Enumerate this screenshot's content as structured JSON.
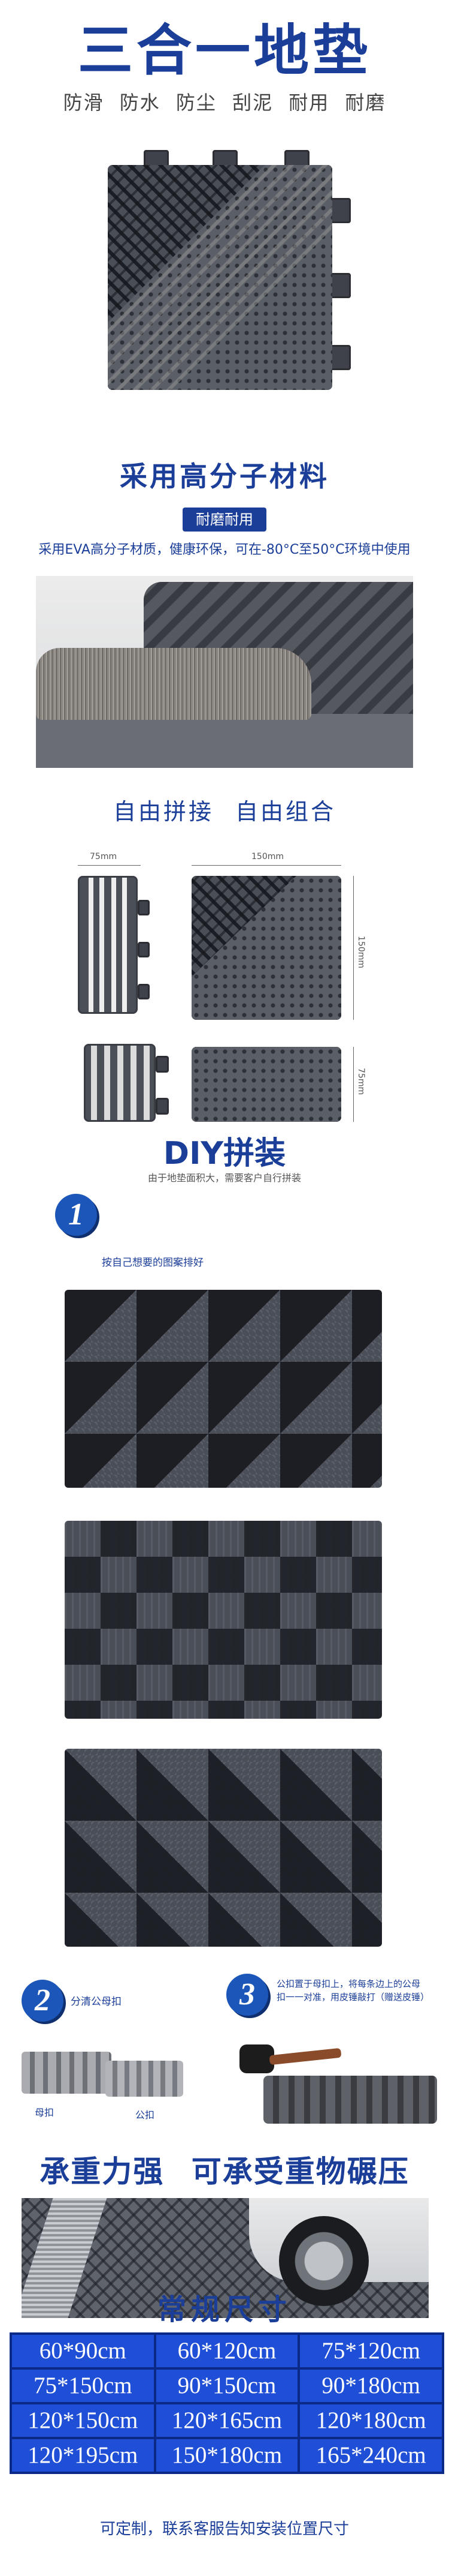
{
  "header": {
    "title": "三合一地垫",
    "features": "防滑 防水 防尘 刮泥 耐用 耐磨"
  },
  "material": {
    "heading": "采用高分子材料",
    "badge": "耐磨耐用",
    "description": "采用EVA高分子材质，健康环保，可在-80°C至50°C环境中使用"
  },
  "assembly": {
    "heading": "自由拼接  自由组合",
    "dim_75": "75mm",
    "dim_150": "150mm",
    "dim_150_v": "150mm",
    "dim_75_v": "75mm"
  },
  "diy": {
    "title": "DIY拼装",
    "subtitle": "由于地垫面积大，需要客户自行拼装",
    "step1_num": "1",
    "step1_text": "按自己想要的图案排好",
    "step2_num": "2",
    "step2_text": "分清公母扣",
    "step2_female": "母扣",
    "step2_male": "公扣",
    "step3_num": "3",
    "step3_text": "公扣置于母扣上，将每条边上的公母扣一一对准，用皮锤敲打（赠送皮锤）"
  },
  "strength": {
    "heading": "承重力强  可承受重物碾压"
  },
  "sizes": {
    "heading": "常规尺寸",
    "items": [
      "60*90cm",
      "60*120cm",
      "75*120cm",
      "75*150cm",
      "90*150cm",
      "90*180cm",
      "120*150cm",
      "120*165cm",
      "120*180cm",
      "120*195cm",
      "150*180cm",
      "165*240cm"
    ],
    "footer": "可定制，联系客服告知安装位置尺寸"
  },
  "colors": {
    "brand_blue": "#1b3e99",
    "cell_blue": "#1f4fd6",
    "mat_gray": "#4b4f58"
  }
}
